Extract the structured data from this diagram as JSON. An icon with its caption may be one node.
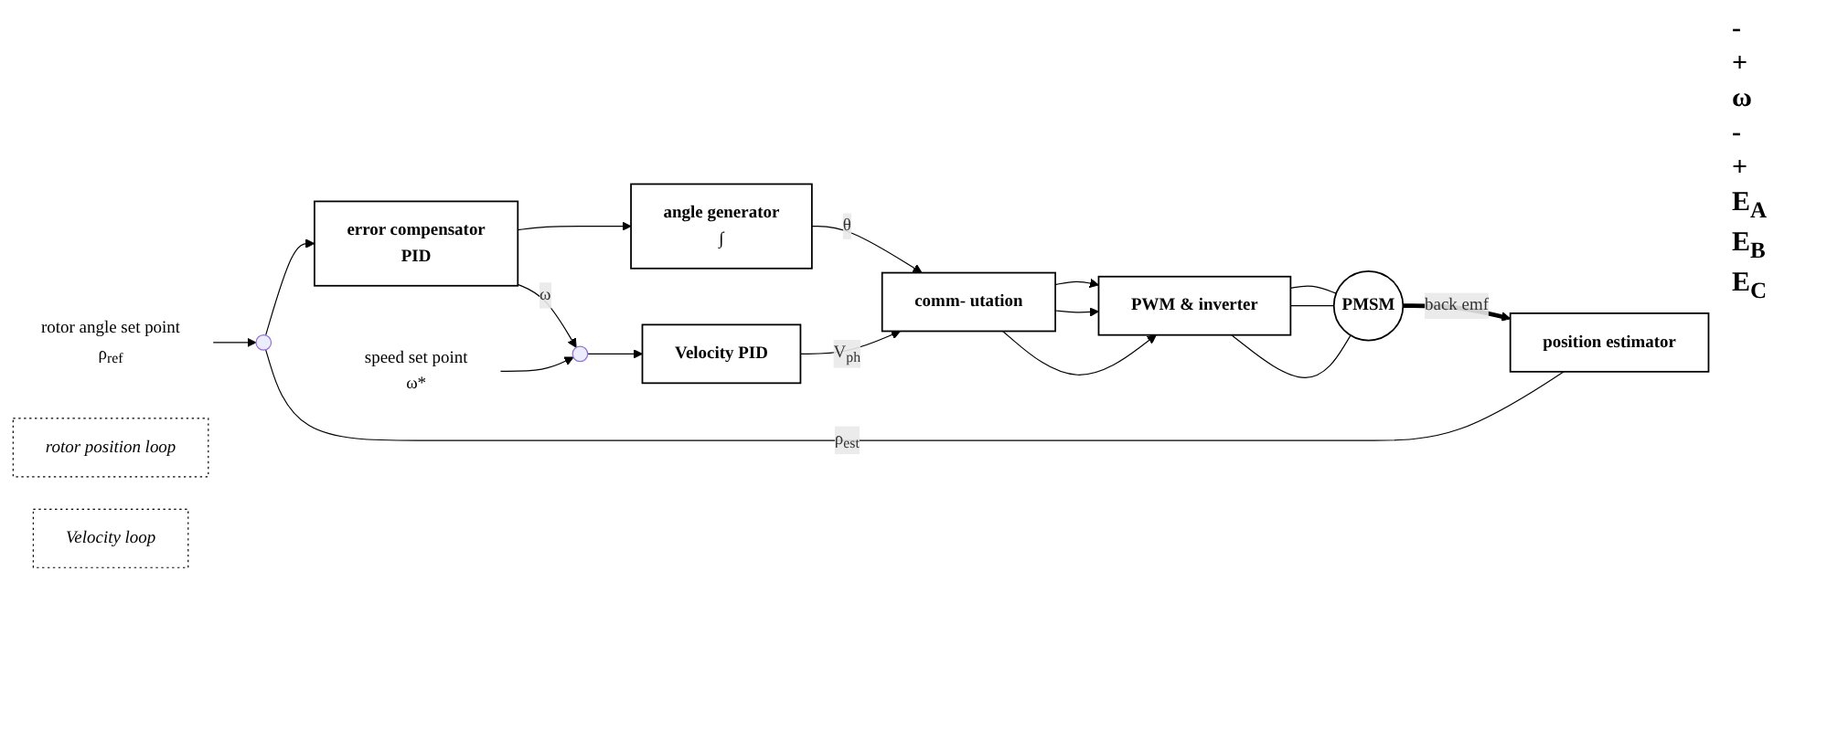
{
  "diagram": {
    "nodes": [
      {
        "text": [
          "position estimator"
        ]
      },
      {
        "text": [
          "rotor position loop"
        ]
      },
      {
        "text": [
          "rotor angle set point",
          "ρ$_{ref}$"
        ]
      },
      {
        "text": [],
        "shape": "circle"
      },
      {
        "text": [
          "error compensator",
          "PID"
        ]
      },
      {
        "text": [
          "angle generator",
          "∫"
        ]
      },
      {
        "text": [
          "comm- utation"
        ]
      },
      {
        "text": [
          "PWM & inverter"
        ]
      },
      {
        "text": [
          "PMSM"
        ]
      },
      {
        "text": [
          "Velocity loop"
        ]
      },
      {
        "text": [
          "speed set point",
          "ω*"
        ]
      },
      {
        "text": [],
        "shape": "circle"
      },
      {
        "text": [
          "Velocity PID"
        ]
      }
    ],
    "edges": [
      {
        "from": 0,
        "to": 3,
        "arrow": "none",
        "label": "ρ$_{est}$"
      },
      {
        "from": 2,
        "to": 3,
        "arrow": "to"
      },
      {
        "from": 3,
        "to": 4,
        "arrow": "to"
      },
      {
        "from": 4,
        "to": 5,
        "arrow": "to"
      },
      {
        "from": 4,
        "to": 11,
        "arrow": "to",
        "label": "ω"
      },
      {
        "from": 5,
        "to": 6,
        "arrow": "to",
        "label": "θ"
      },
      {
        "from": 6,
        "to": 7,
        "arrow": "to"
      },
      {
        "from": 6,
        "to": 7,
        "arrow": "to"
      },
      {
        "from": 6,
        "to": 7,
        "arrow": "to"
      },
      {
        "from": 7,
        "to": 8,
        "arrow": "none"
      },
      {
        "from": 7,
        "to": 8,
        "arrow": "none"
      },
      {
        "from": 7,
        "to": 8,
        "arrow": "none"
      },
      {
        "from": 8,
        "to": 0,
        "arrow": "to",
        "style": "thick",
        "label": "back emf"
      },
      {
        "from": 10,
        "to": 11,
        "arrow": "to"
      },
      {
        "from": 11,
        "to": 12,
        "arrow": "to"
      },
      {
        "from": 12,
        "to": 6,
        "arrow": "to",
        "label": "V$_{ph}$"
      }
    ],
    "labels": [
      "-",
      "+",
      "ω",
      "-",
      "+",
      "E$_{A}$",
      "E$_{B}$",
      "E$_{C}$"
    ]
  }
}
